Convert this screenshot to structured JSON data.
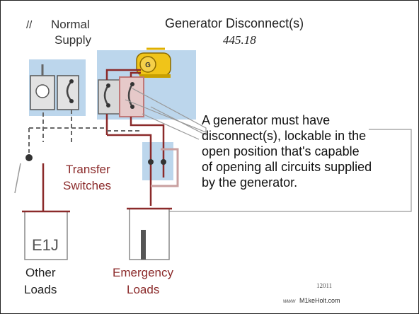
{
  "header": {
    "slashes": "//",
    "normal_supply_line1": "Normal",
    "normal_supply_line2": "Supply",
    "title": "Generator Disconnect(s)",
    "code_ref": "445.18"
  },
  "labels": {
    "generator_symbol": "G",
    "transfer_line1": "Transfer",
    "transfer_line2": "Switches",
    "other_loads_line1": "Other",
    "other_loads_line2": "Loads",
    "emergency_loads_line1": "Emergency",
    "emergency_loads_line2": "Loads",
    "panel_mark": "E1J"
  },
  "callout": {
    "lines": [
      "A generator must have",
      "disconnect(s), lockable in the",
      "open position that's capable",
      "of opening all circuits supplied",
      "by the generator."
    ]
  },
  "footer": {
    "page_number": "12011",
    "site_prefix": "www",
    "site_name": "M1keHolt.com"
  },
  "colors": {
    "wire_red": "#8b2a2a",
    "panel_blue": "#b6d4ec",
    "generator_yellow": "#f0c419",
    "frame_gray": "#9a9a9a"
  }
}
